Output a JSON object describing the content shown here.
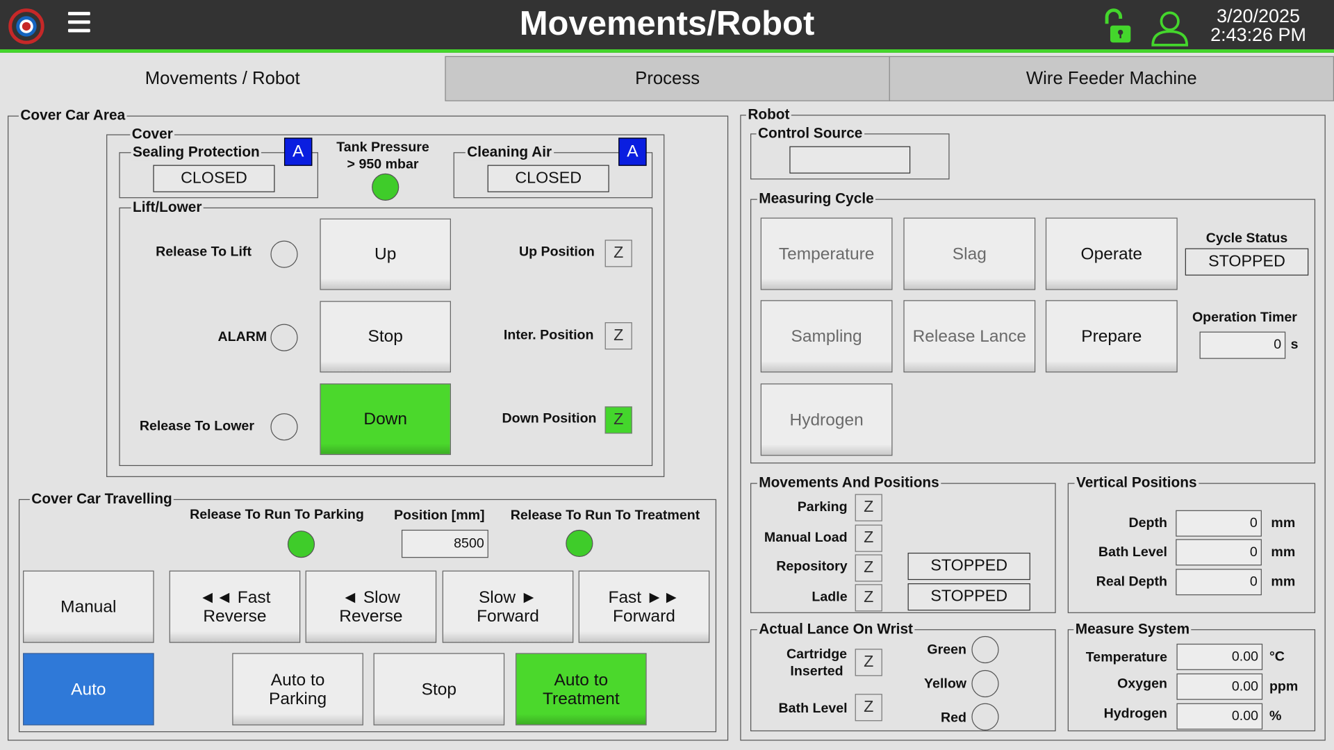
{
  "header": {
    "title": "Movements/Robot",
    "date": "3/20/2025",
    "time": "2:43:26 PM",
    "logo_icon": "target-logo-icon",
    "menu_icon": "hamburger-menu-icon",
    "lock_icon": "unlocked-padlock-icon",
    "user_icon": "user-icon",
    "accent_color": "#44d62c"
  },
  "tabs": [
    {
      "label": "Movements / Robot",
      "active": true
    },
    {
      "label": "Process",
      "active": false
    },
    {
      "label": "Wire Feeder Machine",
      "active": false
    }
  ],
  "cover_car_area": {
    "title": "Cover Car Area",
    "cover": {
      "title": "Cover",
      "sealing_protection": {
        "title": "Sealing Protection",
        "mode": "A",
        "status": "CLOSED"
      },
      "tank_pressure": {
        "line1": "Tank Pressure",
        "line2": "> 950 mbar",
        "indicator": "on"
      },
      "cleaning_air": {
        "title": "Cleaning Air",
        "mode": "A",
        "status": "CLOSED"
      },
      "lift_lower": {
        "title": "Lift/Lower",
        "release_to_lift": "Release To Lift",
        "alarm": "ALARM",
        "release_to_lower": "Release To Lower",
        "up": "Up",
        "stop": "Stop",
        "down": "Down",
        "up_position": "Up Position",
        "inter_position": "Inter. Position",
        "down_position": "Down Position",
        "z": "Z"
      }
    },
    "travelling": {
      "title": "Cover Car Travelling",
      "release_parking": "Release To Run To Parking",
      "position_label": "Position [mm]",
      "position_value": "8500",
      "release_treatment": "Release To Run To Treatment",
      "manual": "Manual",
      "auto": "Auto",
      "fast_reverse_1": "◄◄ Fast",
      "fast_reverse_2": "Reverse",
      "slow_reverse_1": "◄ Slow",
      "slow_reverse_2": "Reverse",
      "slow_forward_1": "Slow ►",
      "slow_forward_2": "Forward",
      "fast_forward_1": "Fast ►►",
      "fast_forward_2": "Forward",
      "auto_parking_1": "Auto to",
      "auto_parking_2": "Parking",
      "stop": "Stop",
      "auto_treatment_1": "Auto to",
      "auto_treatment_2": "Treatment"
    }
  },
  "robot": {
    "title": "Robot",
    "control_source": {
      "title": "Control Source",
      "value": ""
    },
    "measuring_cycle": {
      "title": "Measuring Cycle",
      "buttons": [
        "Temperature",
        "Slag",
        "Operate",
        "Sampling",
        "Release Lance",
        "Prepare",
        "Hydrogen"
      ],
      "cycle_status_label": "Cycle Status",
      "cycle_status": "STOPPED",
      "operation_timer_label": "Operation Timer",
      "operation_timer": "0",
      "operation_timer_unit": "s"
    },
    "movements": {
      "title": "Movements And Positions",
      "parking": "Parking",
      "manual_load": "Manual Load",
      "repository": "Repository",
      "ladle": "Ladle",
      "repository_status": "STOPPED",
      "ladle_status": "STOPPED",
      "z": "Z"
    },
    "vertical": {
      "title": "Vertical Positions",
      "rows": [
        {
          "label": "Depth",
          "value": "0",
          "unit": "mm"
        },
        {
          "label": "Bath Level",
          "value": "0",
          "unit": "mm"
        },
        {
          "label": "Real Depth",
          "value": "0",
          "unit": "mm"
        }
      ]
    },
    "lance": {
      "title": "Actual Lance On Wrist",
      "cartridge_1": "Cartridge",
      "cartridge_2": "Inserted",
      "bath_level": "Bath Level",
      "green": "Green",
      "yellow": "Yellow",
      "red": "Red",
      "z": "Z"
    },
    "measure_system": {
      "title": "Measure System",
      "rows": [
        {
          "label": "Temperature",
          "value": "0.00",
          "unit": "°C"
        },
        {
          "label": "Oxygen",
          "value": "0.00",
          "unit": "ppm"
        },
        {
          "label": "Hydrogen",
          "value": "0.00",
          "unit": "%"
        }
      ]
    }
  }
}
